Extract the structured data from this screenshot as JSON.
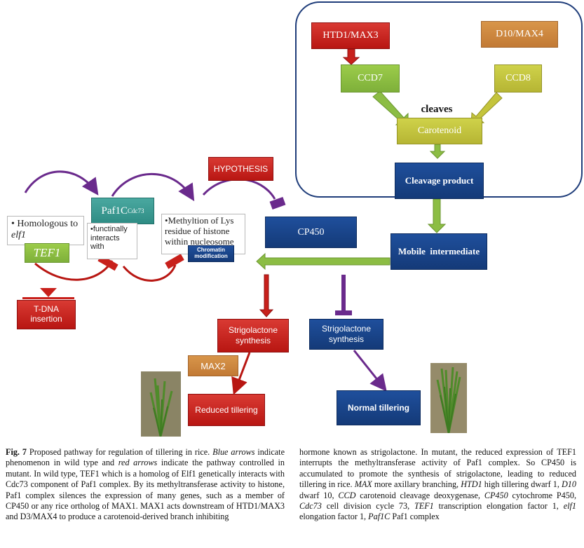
{
  "diagram": {
    "boxes": {
      "htd1": "HTD1/MAX3",
      "d10": "D10/MAX4",
      "ccd7": "CCD7",
      "ccd8": "CCD8",
      "cleaves": "cleaves",
      "carotenoid": "Carotenoid",
      "cleavage_product": "Cleavage product",
      "mobile_intermediate": "Mobile  intermediate",
      "cp450": "CP450",
      "hypothesis": "HYPOTHESIS",
      "paf1c_main": "Paf1C",
      "paf1c_sup": "Cdc73",
      "tef1": "TEF1",
      "homologous_line1": "• Homologous to",
      "homologous_line2": "elf1",
      "functionally": "•functinally interacts with",
      "methylation": "•Methyltion of Lys residue of histone within nucleosome",
      "chromatin": "Chromatin modification",
      "tdna": "T-DNA insertion",
      "sl_red": "Strigolactone synthesis",
      "sl_blue": "Strigolactone synthesis",
      "max2": "MAX2",
      "reduced": "Reduced tillering",
      "normal": "Normal tillering"
    },
    "colors": {
      "red": "#c8201b",
      "blue": "#1a4588",
      "green": "#8cbd44",
      "olive": "#c4c43c",
      "orange": "#cc8740",
      "teal": "#3c9b93",
      "purple": "#6a2a8c",
      "frame": "#1f3d7a"
    }
  },
  "caption": {
    "left": [
      {
        "b": "Fig. 7"
      },
      {
        "t": " Proposed pathway for regulation of tillering in rice. "
      },
      {
        "i": "Blue arrows"
      },
      {
        "t": " indicate phenomenon in wild type and "
      },
      {
        "i": "red arrows"
      },
      {
        "t": " indicate the pathway controlled in mutant. In wild type, TEF1 which is a homolog of Elf1 genetically interacts with Cdc73 component of Paf1 complex. By its methyltransferase activity to histone, Paf1 complex silences the expression of many genes, such as a member of CP450 or any rice ortholog of MAX1. MAX1 acts downstream of HTD1/MAX3 and D3/MAX4 to produce a carotenoid-derived branch inhibiting"
      }
    ],
    "right": [
      {
        "t": "hormone known as strigolactone. In mutant, the reduced expression of TEF1 interrupts the methyltransferase activity of Paf1 complex. So CP450 is accumulated to promote the synthesis of strigolactone, leading to reduced tillering in rice. "
      },
      {
        "i": "MAX"
      },
      {
        "t": " more axillary branching, "
      },
      {
        "i": "HTD1"
      },
      {
        "t": " high tillering dwarf 1, "
      },
      {
        "i": "D10"
      },
      {
        "t": " dwarf 10, "
      },
      {
        "i": "CCD"
      },
      {
        "t": " carotenoid cleavage deoxygenase, "
      },
      {
        "i": "CP450"
      },
      {
        "t": " cytochrome P450, "
      },
      {
        "i": "Cdc73"
      },
      {
        "t": " cell division cycle 73, "
      },
      {
        "i": "TEF1"
      },
      {
        "t": " transcription elongation factor 1, "
      },
      {
        "i": "elf1"
      },
      {
        "t": " elongation factor 1, "
      },
      {
        "i": "Paf1C"
      },
      {
        "t": " Paf1 complex"
      }
    ]
  }
}
